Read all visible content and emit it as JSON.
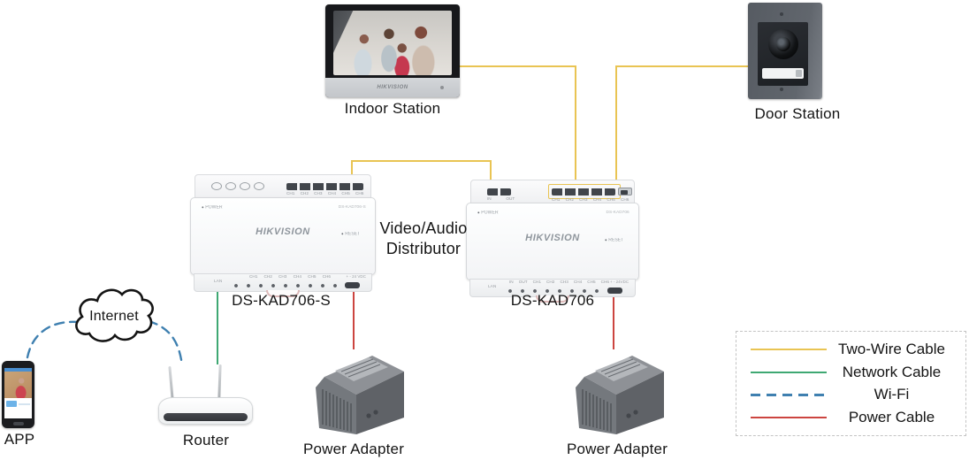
{
  "colors": {
    "two_wire": "#e9c453",
    "network": "#3fa873",
    "wifi": "#3f80b0",
    "power": "#cc4540"
  },
  "labels": {
    "indoor_station": "Indoor Station",
    "door_station": "Door Station",
    "distributor_line1": "Video/Audio",
    "distributor_line2": "Distributor",
    "kad706s": "DS-KAD706-S",
    "kad706": "DS-KAD706",
    "internet": "Internet",
    "app": "APP",
    "router": "Router",
    "power_adapter_left": "Power Adapter",
    "power_adapter_right": "Power Adapter"
  },
  "indoor_station": {
    "brand": "HIKVISION"
  },
  "devices": {
    "kad706s": {
      "brand": "HIKVISION",
      "model": "DS-KAD706-S",
      "power": "POWER",
      "reset": "RESET",
      "lan": "LAN",
      "dc": "+ -  24 VDC",
      "channels": [
        "CH1",
        "CH2",
        "CH3",
        "CH4",
        "CH5",
        "CH6"
      ]
    },
    "kad706": {
      "brand": "HIKVISION",
      "model": "DS-KAD706",
      "power": "POWER",
      "reset": "RESET",
      "lan": "LAN",
      "in": "IN",
      "out": "OUT",
      "dc": "+ -  24VDC",
      "channels": [
        "CH1",
        "CH2",
        "CH3",
        "CH4",
        "CH5",
        "CH6"
      ]
    }
  },
  "legend": {
    "items": [
      {
        "name": "two-wire-cable",
        "label": "Two-Wire Cable"
      },
      {
        "name": "network-cable",
        "label": "Network Cable"
      },
      {
        "name": "wifi",
        "label": "Wi-Fi"
      },
      {
        "name": "power-cable",
        "label": "Power Cable"
      }
    ]
  }
}
